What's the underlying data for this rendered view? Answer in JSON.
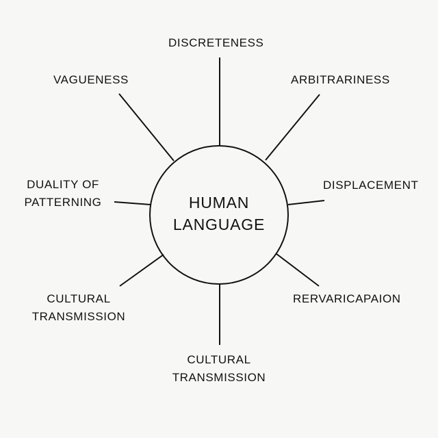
{
  "diagram": {
    "center": {
      "line1": "HUMAN",
      "line2": "LANGUAGE"
    },
    "labels": {
      "discreteness": "DISCRETENESS",
      "arbitrariness": "ARBITRARINESS",
      "displacement": "DISPLACEMENT",
      "rervaricapaion": "RERVARICAPAION",
      "cultural_bottom": {
        "line1": "CULTURAL",
        "line2": "TRANSMISSION"
      },
      "cultural_left": {
        "line1": "CULTURAL",
        "line2": "TRANSMISSION"
      },
      "duality": {
        "line1": "DUALITY OF",
        "line2": "PATTERNING"
      },
      "vagueness": "VAGUENESS"
    }
  }
}
